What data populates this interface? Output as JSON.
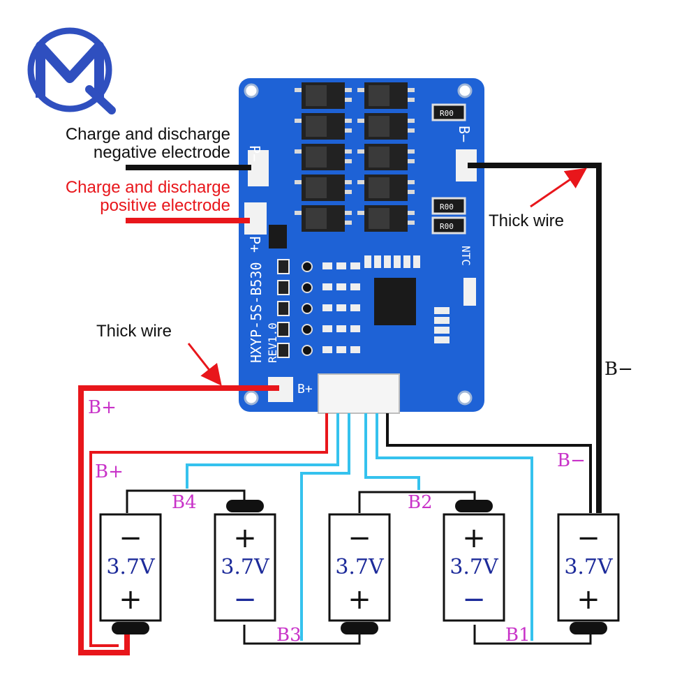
{
  "labels": {
    "p_minus_line1": "Charge and discharge",
    "p_minus_line2": "negative electrode",
    "p_plus_line1": "Charge and discharge",
    "p_plus_line2": "positive electrode",
    "thick_wire_right": "Thick wire",
    "thick_wire_left": "Thick wire",
    "b_minus_side": "B−",
    "b_minus_lower": "B−",
    "b_plus_upper": "B+",
    "b_plus_lower": "B+",
    "b4": "B4",
    "b3": "B3",
    "b2": "B2",
    "b1": "B1"
  },
  "board": {
    "model": "HXYP-5S-B530",
    "revision": "REV1.0",
    "pad_p_minus": "P−",
    "pad_p_plus": "P+",
    "pad_b_minus": "B−",
    "pad_b_plus": "B+",
    "ntc": "NTC",
    "resistor_code": "R00"
  },
  "cells": [
    {
      "voltage": "3.7V",
      "top_sign": "−",
      "bottom_sign": "+"
    },
    {
      "voltage": "3.7V",
      "top_sign": "+",
      "bottom_sign": "−"
    },
    {
      "voltage": "3.7V",
      "top_sign": "−",
      "bottom_sign": "+"
    },
    {
      "voltage": "3.7V",
      "top_sign": "+",
      "bottom_sign": "−"
    },
    {
      "voltage": "3.7V",
      "top_sign": "−",
      "bottom_sign": "+"
    }
  ],
  "colors": {
    "pcb": "#1e62d6",
    "wire_red": "#e8161b",
    "wire_black": "#111111",
    "wire_blue": "#35c2ee",
    "label_magenta": "#c832c8",
    "logo_blue": "#2f4fbf"
  }
}
